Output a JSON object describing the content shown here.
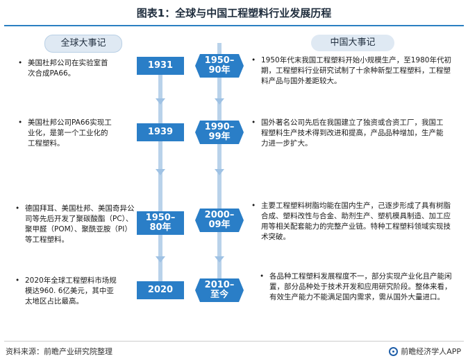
{
  "title": "图表1：全球与中国工程塑料行业发展历程",
  "headers": {
    "global": "全球大事记",
    "china": "中国大事记"
  },
  "global_years": [
    "1931",
    "1939",
    "1950–\n80年",
    "2020"
  ],
  "china_years": [
    "1950–\n90年",
    "1990–\n99年",
    "2000–\n09年",
    "2010–\n至今"
  ],
  "global_events": [
    "美国杜邦公司在实验室首次合成PA66。",
    "美国杜邦公司PA66实现工业化，是第一个工业化的工程塑料。",
    "德国拜耳、美国杜邦、美国奇异公司等先后开发了聚碳酸酯（PC）、聚甲醛（POM）、聚酰亚胺（PI）等工程塑料。",
    "2020年全球工程塑料市场规模达960. 6亿美元，其中亚太地区占比最高。"
  ],
  "china_events": [
    "1950年代末我国工程塑料开始小规模生产，至1980年代初期，工程塑料行业研究试制了十余种新型工程塑料，工程塑料产品与国外差距较大。",
    "国外著名公司先后在我国建立了独资或合资工厂，我国工程塑料生产技术得到改进和提高，产品品种增加，生产能力进一步扩大。",
    "主要工程塑料树脂均能在国内生产，己逐步形成了具有树脂合成、塑料改性与合金、助剂生产、塑机模具制造、加工应用等相关配套能力的完整产业链。特种工程塑料领域实现技术突破。",
    "各品种工程塑料发展程度不一，部分实现产业化且产能闲置，部分品种处于技术开发和应用研究阶段。整体来看，有效生产能力不能满足国内需求，需从国外大量进口。"
  ],
  "bullet": "•",
  "footer": {
    "source": "资料来源：前瞻产业研究院整理",
    "brand": "前瞻经济学人APP"
  },
  "colors": {
    "accent": "#2a7ec7",
    "line": "#b9d2ea",
    "header_bg": "#dfe9f3"
  }
}
